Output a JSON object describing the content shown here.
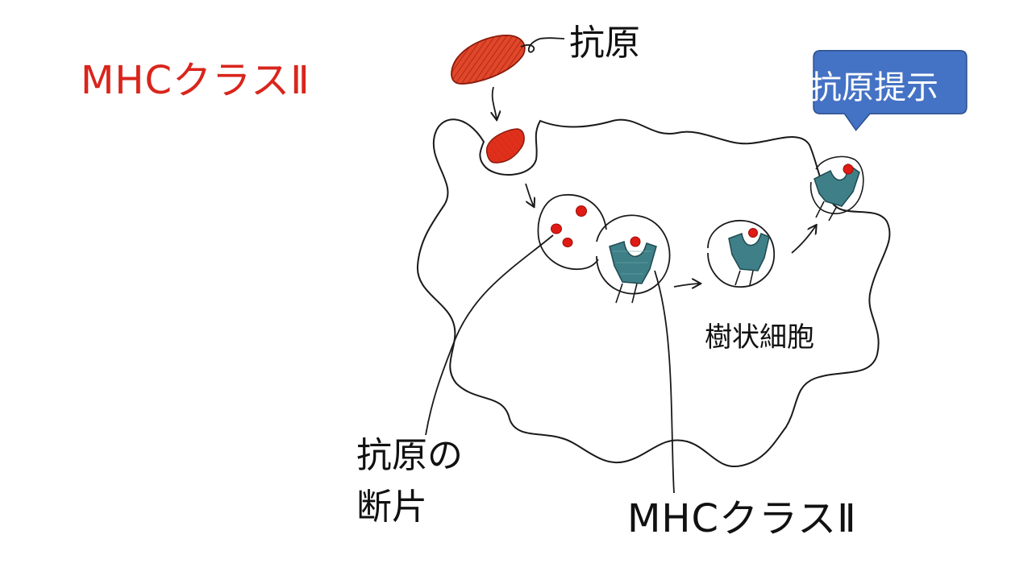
{
  "title": "MHCクラスⅡ",
  "labels": {
    "antigen": "抗原",
    "antigen_presentation": "抗原提示",
    "dendritic_cell": "樹状細胞",
    "antigen_fragment_line1": "抗原の",
    "antigen_fragment_line2": "断片",
    "mhc_class_2": "MHCクラスⅡ"
  },
  "colors": {
    "title": "#d9251c",
    "antigen": "#d93b22",
    "fragment": "#e01a14",
    "mhc": "#3f8088",
    "callout_fill": "#4472c4",
    "callout_border": "#2f528f",
    "ink": "#1a1a1a"
  },
  "icons": [
    "antigen-bacterium-icon",
    "mhc-molecule-icon",
    "arrow-icon"
  ]
}
